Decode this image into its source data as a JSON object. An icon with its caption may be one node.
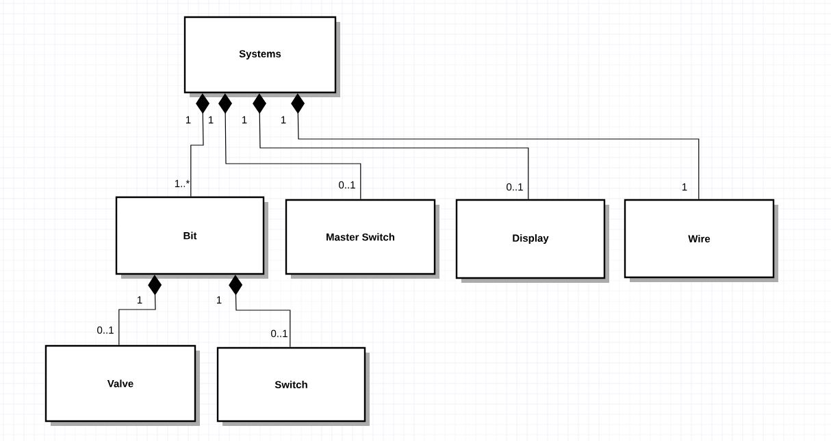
{
  "diagram": {
    "nodes": [
      {
        "text": [
          "Systems"
        ]
      },
      {
        "text": [
          "Bit"
        ]
      },
      {
        "text": [
          "Master Switch"
        ]
      },
      {
        "text": [
          "Display"
        ]
      },
      {
        "text": [
          "Wire"
        ]
      },
      {
        "text": [
          "Valve"
        ]
      },
      {
        "text": [
          "Switch"
        ]
      }
    ],
    "edges": [
      {
        "from": 1,
        "to": 0,
        "arrow": "other"
      },
      {
        "from": 2,
        "to": 0,
        "arrow": "other"
      },
      {
        "from": 3,
        "to": 0,
        "arrow": "other"
      },
      {
        "from": 4,
        "to": 0,
        "arrow": "other"
      },
      {
        "from": 5,
        "to": 1,
        "arrow": "other"
      },
      {
        "from": 6,
        "to": 1,
        "arrow": "other"
      }
    ],
    "labels": [
      "1",
      "1",
      "1",
      "1",
      "1..*",
      "0..1",
      "0..1",
      "1",
      "1",
      "1",
      "0..1",
      "0..1"
    ]
  }
}
